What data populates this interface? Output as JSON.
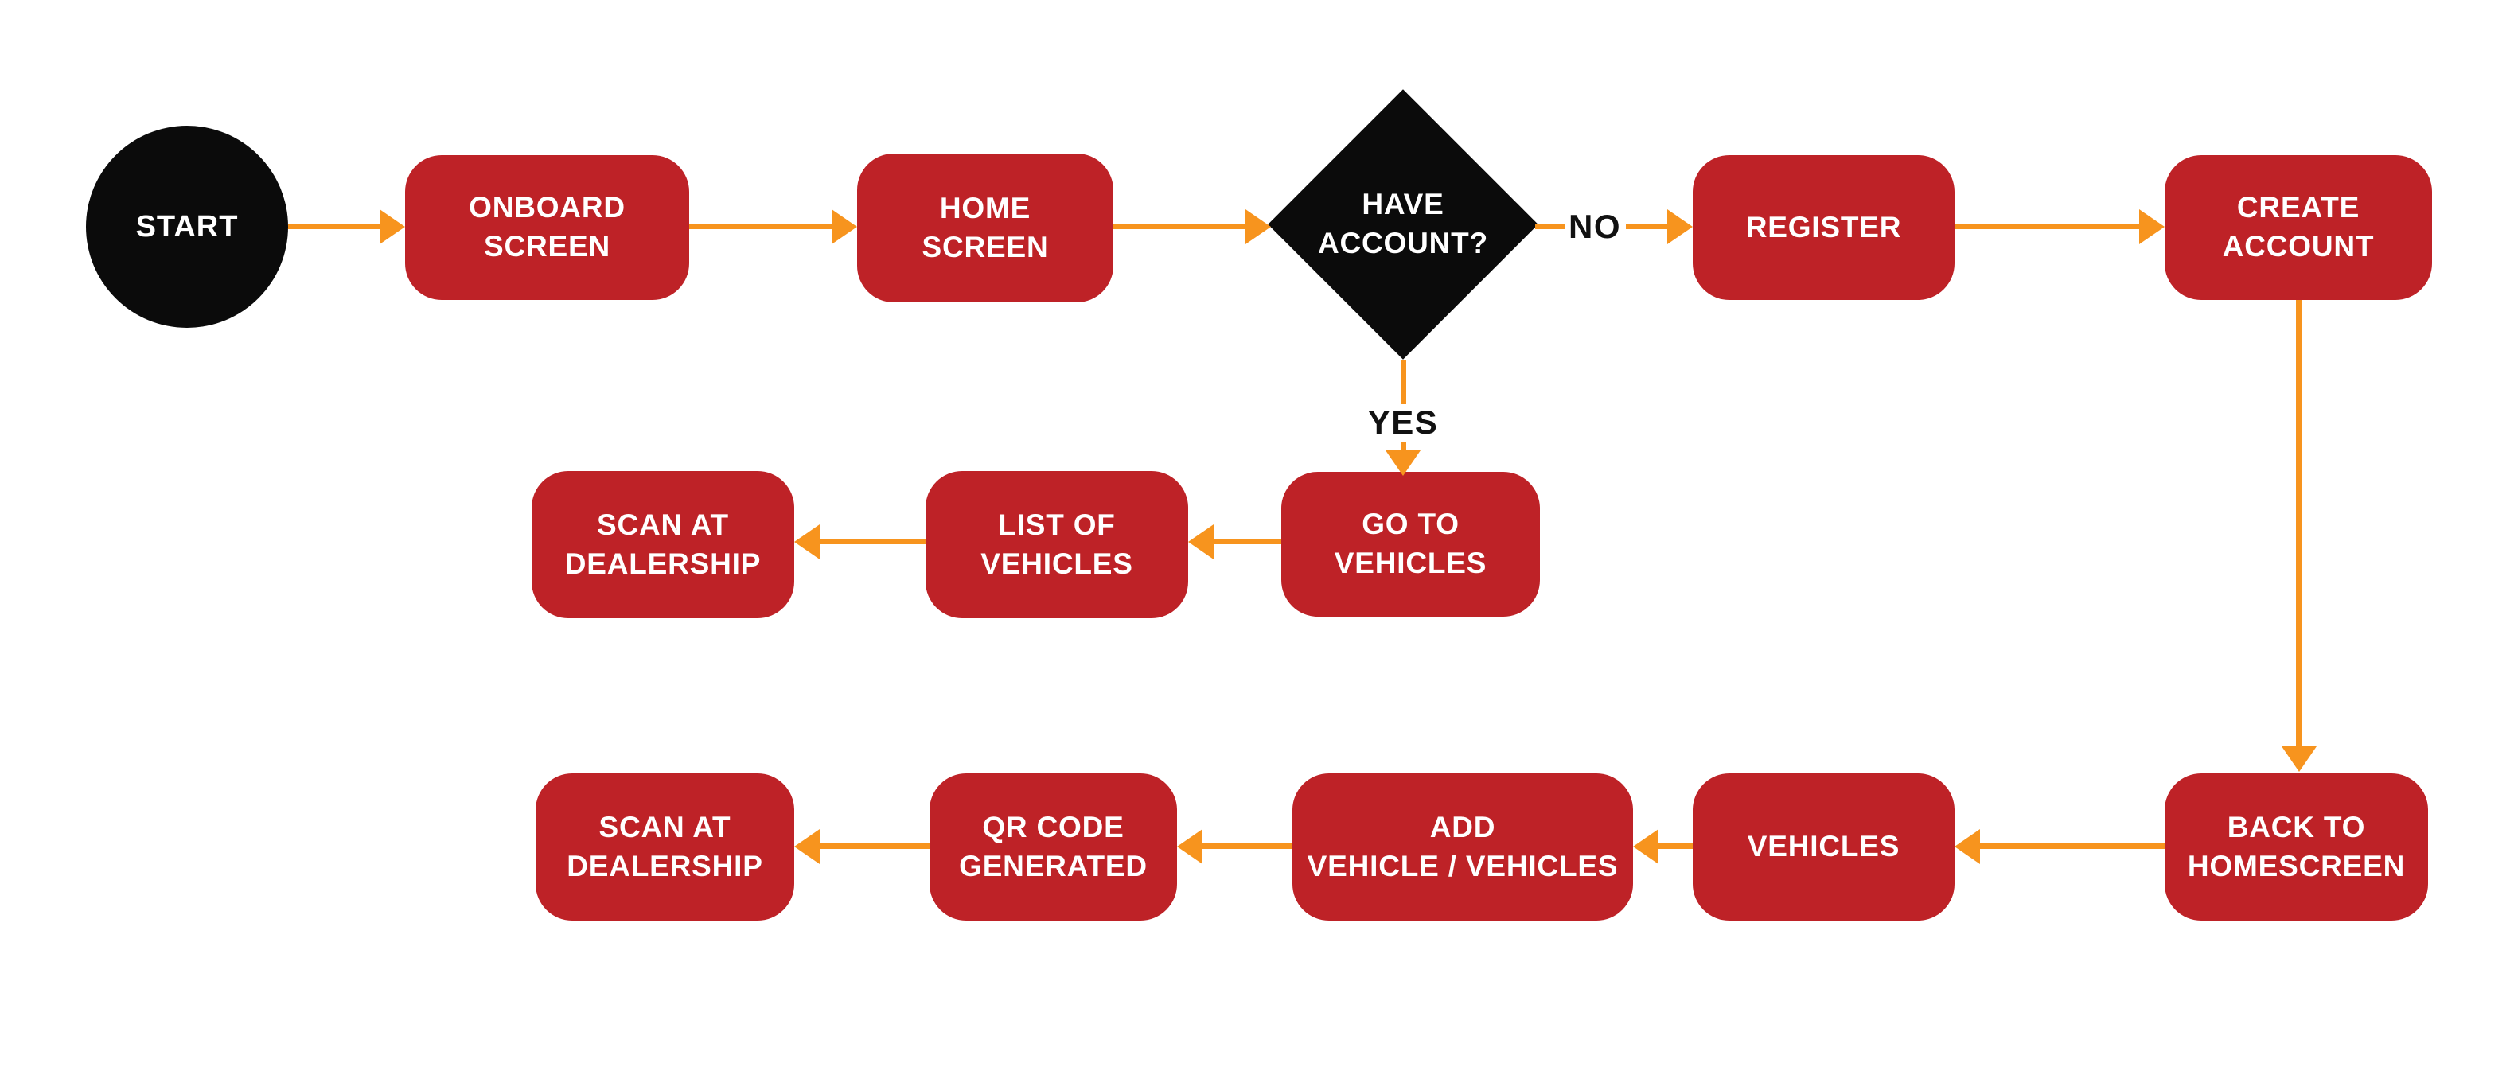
{
  "diagram": {
    "type": "flowchart",
    "colors": {
      "process_node": "#be2227",
      "terminator_and_decision": "#0b0b0b",
      "connector_arrow": "#f7941e",
      "node_text": "#ffffff",
      "branch_label_text": "#111111",
      "background": "#ffffff"
    },
    "nodes": {
      "start": {
        "label": "START",
        "shape": "circle"
      },
      "onboard_screen": {
        "label": "ONBOARD\nSCREEN",
        "shape": "rounded-rect"
      },
      "home_screen": {
        "label": "HOME\nSCREEN",
        "shape": "rounded-rect"
      },
      "have_account": {
        "label": "HAVE\nACCOUNT?",
        "shape": "diamond"
      },
      "register": {
        "label": "REGISTER",
        "shape": "rounded-rect"
      },
      "create_account": {
        "label": "CREATE\nACCOUNT",
        "shape": "rounded-rect"
      },
      "go_to_vehicles": {
        "label": "GO TO\nVEHICLES",
        "shape": "rounded-rect"
      },
      "list_of_vehicles": {
        "label": "LIST OF\nVEHICLES",
        "shape": "rounded-rect"
      },
      "scan_at_dealership_1": {
        "label": "SCAN AT\nDEALERSHIP",
        "shape": "rounded-rect"
      },
      "back_to_homescreen": {
        "label": "BACK TO\nHOMESCREEN",
        "shape": "rounded-rect"
      },
      "vehicles": {
        "label": "VEHICLES",
        "shape": "rounded-rect"
      },
      "add_vehicle_vehicles": {
        "label": "ADD\nVEHICLE / VEHICLES",
        "shape": "rounded-rect"
      },
      "qr_code_generated": {
        "label": "QR CODE\nGENERATED",
        "shape": "rounded-rect"
      },
      "scan_at_dealership_2": {
        "label": "SCAN AT\nDEALERSHIP",
        "shape": "rounded-rect"
      }
    },
    "edge_labels": {
      "no": "NO",
      "yes": "YES"
    },
    "edges": [
      {
        "from": "start",
        "to": "onboard_screen"
      },
      {
        "from": "onboard_screen",
        "to": "home_screen"
      },
      {
        "from": "home_screen",
        "to": "have_account"
      },
      {
        "from": "have_account",
        "to": "register",
        "label": "NO"
      },
      {
        "from": "register",
        "to": "create_account"
      },
      {
        "from": "have_account",
        "to": "go_to_vehicles",
        "label": "YES"
      },
      {
        "from": "go_to_vehicles",
        "to": "list_of_vehicles"
      },
      {
        "from": "list_of_vehicles",
        "to": "scan_at_dealership_1"
      },
      {
        "from": "create_account",
        "to": "back_to_homescreen"
      },
      {
        "from": "back_to_homescreen",
        "to": "vehicles"
      },
      {
        "from": "vehicles",
        "to": "add_vehicle_vehicles"
      },
      {
        "from": "add_vehicle_vehicles",
        "to": "qr_code_generated"
      },
      {
        "from": "qr_code_generated",
        "to": "scan_at_dealership_2"
      }
    ]
  }
}
